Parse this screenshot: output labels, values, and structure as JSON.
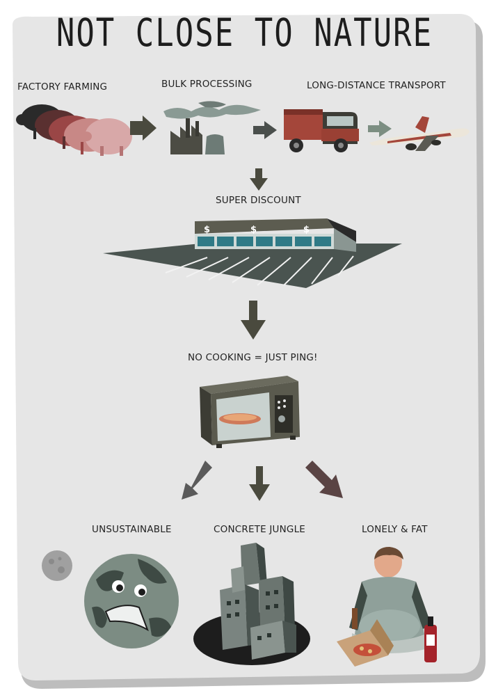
{
  "title": "NOT CLOSE TO NATURE",
  "steps": {
    "factory_farming": "FACTORY FARMING",
    "bulk_processing": "BULK PROCESSING",
    "long_distance_transport": "LONG-DISTANCE TRANSPORT",
    "super_discount": "SUPER DISCOUNT",
    "no_cooking": "NO COOKING = JUST PING!",
    "unsustainable": "UNSUSTAINABLE",
    "concrete_jungle": "CONCRETE JUNGLE",
    "lonely_fat": "LONELY & FAT"
  },
  "store_signs": [
    "$",
    "$",
    "$"
  ],
  "colors": {
    "paper": "#e6e6e6",
    "paper_shadow": "#bdbdbd",
    "arrow_dark": "#4a4a3e",
    "arrow_light": "#7c8e82",
    "arrow_brown": "#5a4444",
    "ink": "#1d1d1d",
    "truck_red": "#a4463a",
    "earth": "#7c8c83"
  }
}
